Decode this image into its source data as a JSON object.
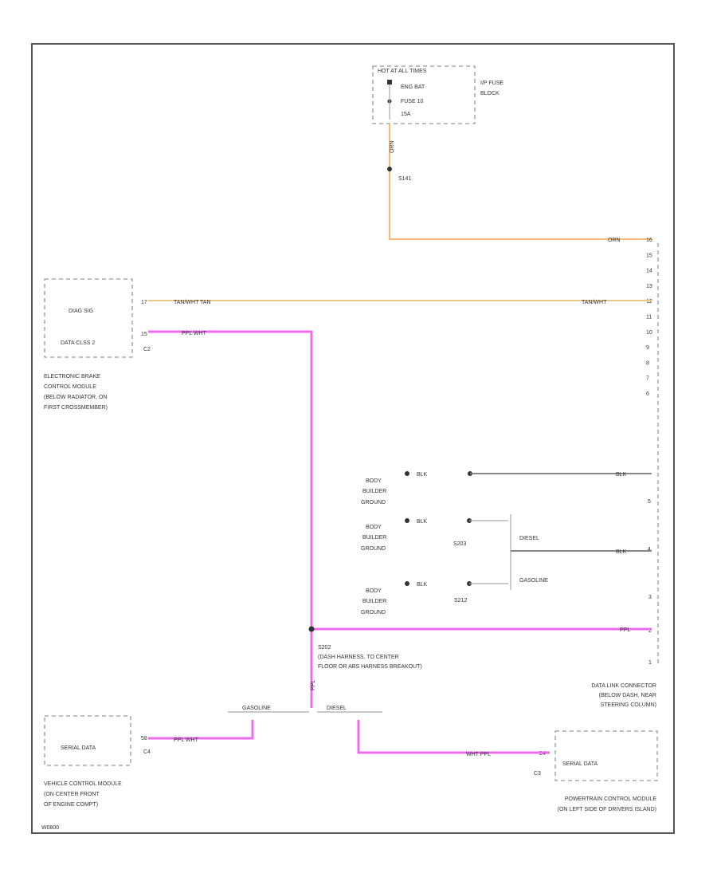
{
  "fuse_block": {
    "header": "HOT AT ALL TIMES",
    "fuse_name": "ENG BAT",
    "fuse_number": "FUSE 10",
    "fuse_rating": "15A",
    "location": [
      "I/P FUSE",
      "BLOCK"
    ]
  },
  "splices": {
    "s141": "S141",
    "s203": "S203",
    "s212": "S212",
    "s202": [
      "S202",
      "(DASH HARNESS, TO CENTER",
      "FLOOR OR ABS HARNESS BREAKOUT)"
    ]
  },
  "wires": {
    "orn_vertical": "ORN",
    "orn_right": "ORN",
    "tan_left": "TAN/WHT  TAN",
    "tan_right": "TAN/WHT",
    "ppl_ebcm": "PPL  WHT",
    "ppl_right": "PPL",
    "ppl_vertical": "PPL",
    "blk_1": "BLK",
    "blk_2": "BLK",
    "blk_3": "BLK",
    "blk_right_1": "BLK",
    "blk_right_2": "BLK",
    "ppl_vcm": "PPL  WHT",
    "ppl_pcm": "WHT  PPL"
  },
  "pin_numbers": [
    "16",
    "15",
    "14",
    "13",
    "12",
    "11",
    "10",
    "9",
    "8",
    "7",
    "6"
  ],
  "pin_numbers_lower": [
    "3",
    "2",
    "1"
  ],
  "ebcm": {
    "pin_upper": "17",
    "pin_lower": "15",
    "connector": "C2",
    "line1": "DIAG SIG",
    "line2": "DATA CLSS 2",
    "name": [
      "ELECTRONIC BRAKE",
      "CONTROL MODULE",
      "(BELOW RADIATOR, ON",
      "FIRST CROSSMEMBER)"
    ]
  },
  "ground_label": [
    "BODY",
    "BUILDER",
    "GROUND"
  ],
  "options": {
    "diesel_right": "DIESEL",
    "gasoline_right": "GASOLINE",
    "gasoline_bottom": "GASOLINE",
    "diesel_bottom": "DIESEL"
  },
  "dlc": {
    "pin_5": "5",
    "pin_4": "4",
    "name": [
      "DATA LINK CONNECTOR",
      "(BELOW DASH, NEAR",
      "STEERING COLUMN)"
    ]
  },
  "vcm": {
    "pin": "58",
    "connector": "C4",
    "label": "SERIAL DATA",
    "name": [
      "VEHICLE CONTROL MODULE",
      "(ON CENTER FRONT",
      "OF ENGINE COMPT)"
    ]
  },
  "pcm": {
    "pin": "24",
    "connector": "C3",
    "label": "SERIAL DATA",
    "name": [
      "POWERTRAIN CONTROL MODULE",
      "(ON LEFT SIDE OF DRIVERS ISLAND)"
    ]
  },
  "footer_code": "W0800"
}
